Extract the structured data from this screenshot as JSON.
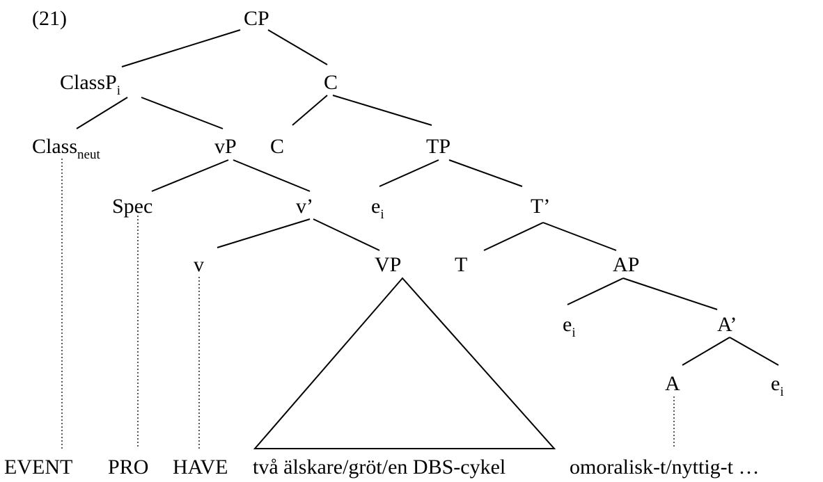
{
  "example_number": "(21)",
  "nodes": {
    "cp": "CP",
    "classp": {
      "base": "ClassP",
      "sub": "i"
    },
    "c_bar": "C",
    "class_head": {
      "base": "Class",
      "sub": "neut"
    },
    "vp_small": "vP",
    "c_head": "C",
    "tp": "TP",
    "spec": "Spec",
    "v_bar": "v’",
    "e_tp": {
      "base": "e",
      "sub": "i"
    },
    "t_bar": "T’",
    "v_head": "v",
    "vp_big": "VP",
    "t_head": "T",
    "ap": "AP",
    "e_ap": {
      "base": "e",
      "sub": "i"
    },
    "a_bar": "A’",
    "a_head": "A",
    "e_a": {
      "base": "e",
      "sub": "i"
    }
  },
  "terminals": {
    "event": "EVENT",
    "pro": "PRO",
    "have": "HAVE",
    "vp_content": "två älskare/gröt/en DBS-cykel",
    "adjective": "omoralisk-t/nyttig-t …"
  }
}
